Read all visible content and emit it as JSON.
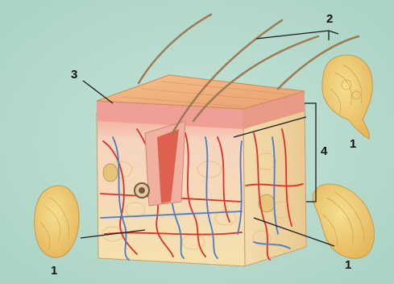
{
  "diagram": {
    "labels": {
      "gland_left": "1",
      "gland_bottom_right": "1",
      "gland_top_right": "1",
      "hairs": "2",
      "epidermis": "3",
      "vessels": "4"
    },
    "colors": {
      "background": "#b9dccf",
      "epidermis_top": "#f0b27f",
      "dermis_pink": "#f2b8a8",
      "fat_yellow": "#f4dc98",
      "gland_yellow": "#f1d27a",
      "artery_red": "#d8322a",
      "vein_blue": "#4a7dc4",
      "hair": "#9c7a55",
      "label_line": "#1a1a1a"
    }
  }
}
